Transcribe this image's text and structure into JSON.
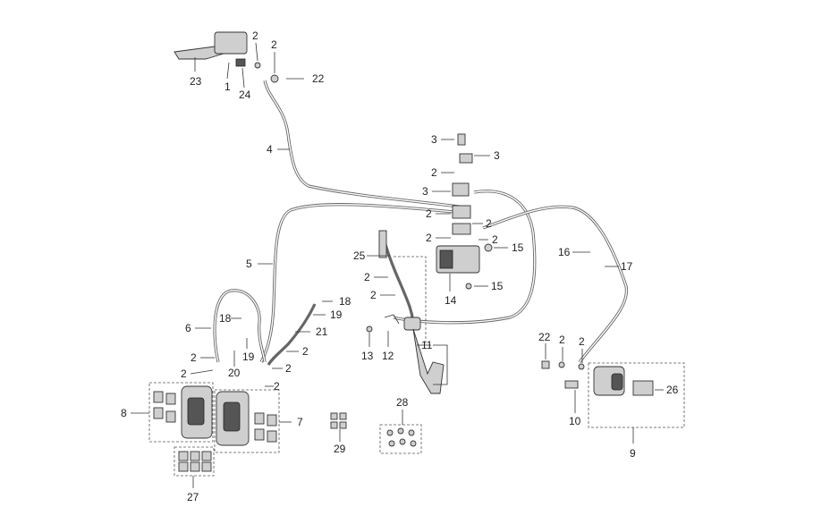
{
  "diagram": {
    "type": "brake system exploded parts diagram",
    "labels": [
      "23",
      "1",
      "24",
      "2",
      "2",
      "22",
      "4",
      "3",
      "3",
      "2",
      "3",
      "2",
      "2",
      "2",
      "2",
      "15",
      "25",
      "5",
      "16",
      "17",
      "2",
      "2",
      "14",
      "15",
      "18",
      "19",
      "6",
      "18",
      "21",
      "11",
      "13",
      "12",
      "19",
      "2",
      "20",
      "2",
      "2",
      "2",
      "2",
      "8",
      "7",
      "22",
      "2",
      "2",
      "26",
      "10",
      "9",
      "28",
      "29",
      "27"
    ]
  }
}
